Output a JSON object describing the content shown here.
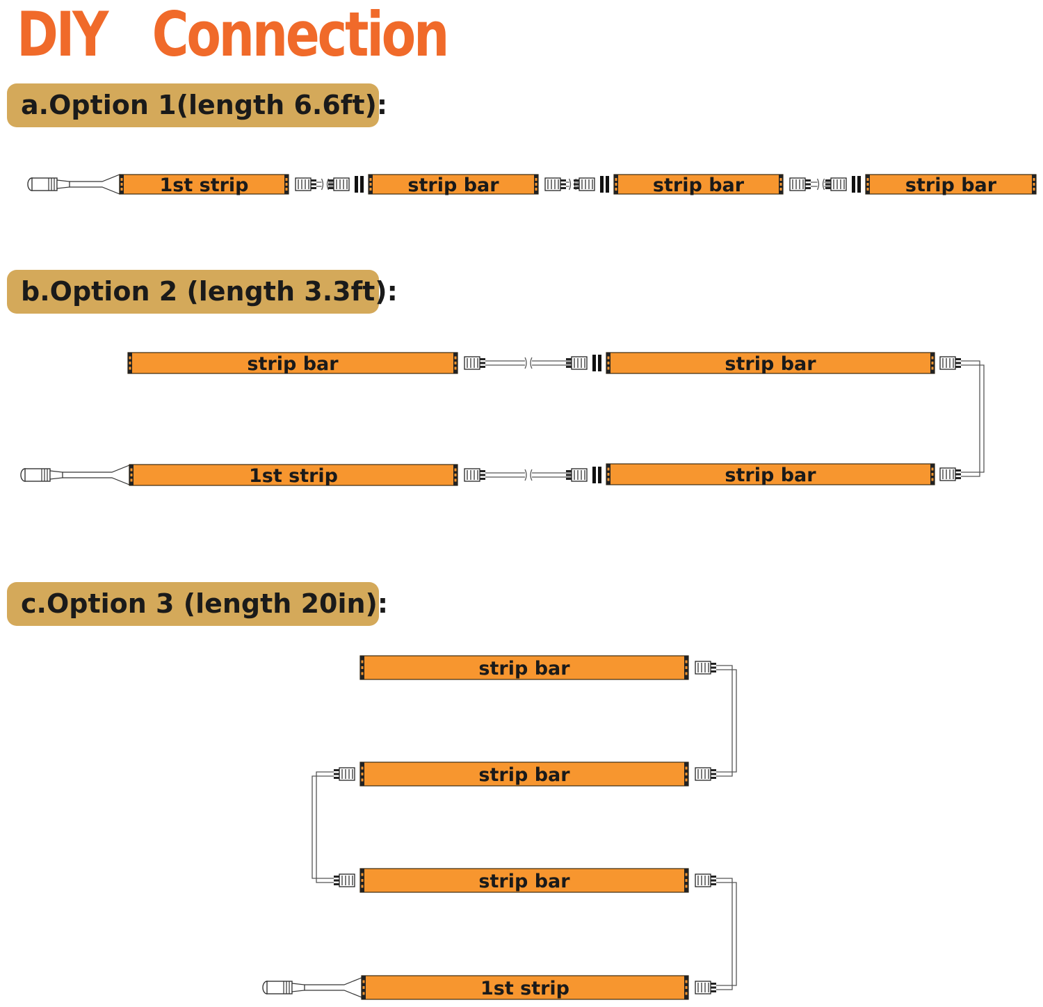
{
  "title": "DIY   Connection",
  "options": [
    {
      "label": "a.Option 1(length 6.6ft):"
    },
    {
      "label": "b.Option 2 (length 3.3ft):"
    },
    {
      "label": "c.Option 3 (length 20in):"
    }
  ],
  "strip_labels": {
    "first": "1st strip",
    "other": "strip bar"
  },
  "colors": {
    "title": "#f06a2a",
    "option_box": "#d4a95a",
    "strip": "#f7962f",
    "strip_border": "#3a2a10",
    "wire": "#555555"
  },
  "icons": [
    "dc-jack-icon",
    "connector-icon",
    "wire-bridge-icon"
  ]
}
